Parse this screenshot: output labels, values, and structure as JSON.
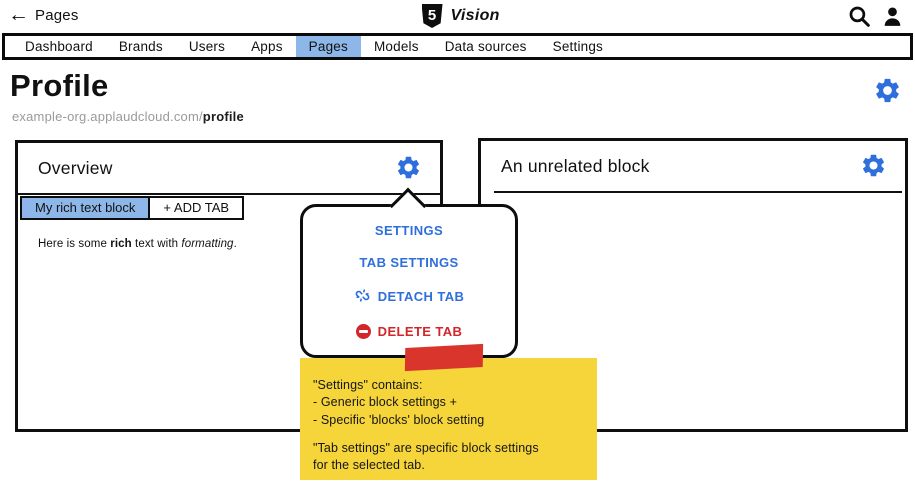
{
  "topbar": {
    "back_label": "Pages",
    "logo_glyph": "5",
    "app_name": "Vision"
  },
  "nav": {
    "items": [
      {
        "label": "Dashboard",
        "active": false
      },
      {
        "label": "Brands",
        "active": false
      },
      {
        "label": "Users",
        "active": false
      },
      {
        "label": "Apps",
        "active": false
      },
      {
        "label": "Pages",
        "active": true
      },
      {
        "label": "Models",
        "active": false
      },
      {
        "label": "Data sources",
        "active": false
      },
      {
        "label": "Settings",
        "active": false
      }
    ]
  },
  "page": {
    "title": "Profile",
    "url_prefix": "example-org.applaudcloud.com/",
    "url_page": "profile"
  },
  "blocks": {
    "overview": {
      "title": "Overview",
      "tabs": [
        {
          "label": "My rich text block",
          "selected": true
        },
        {
          "label": "+ ADD TAB",
          "selected": false
        }
      ],
      "body": {
        "prefix": "Here is some ",
        "bold": "rich",
        "middle": " text with ",
        "italic": "formatting",
        "suffix": "."
      }
    },
    "unrelated": {
      "title": "An unrelated block"
    }
  },
  "menu": {
    "items": [
      {
        "label": "SETTINGS"
      },
      {
        "label": "TAB SETTINGS"
      },
      {
        "label": "DETACH TAB",
        "icon": "broken-link-icon"
      },
      {
        "label": "DELETE TAB",
        "icon": "minus-circle-icon",
        "danger": true
      }
    ]
  },
  "note": {
    "p1": [
      "\"Settings\" contains:",
      " - Generic block settings +",
      " - Specific 'blocks' block setting"
    ],
    "p2": [
      "\"Tab settings\" are specific block settings",
      "for the selected tab."
    ]
  },
  "colors": {
    "accent_blue": "#2e6fdc",
    "selected_tab_blue": "#8db7e8",
    "note_yellow": "#f6d53a",
    "tape_red": "#d9352c",
    "delete_red": "#d2262b"
  }
}
